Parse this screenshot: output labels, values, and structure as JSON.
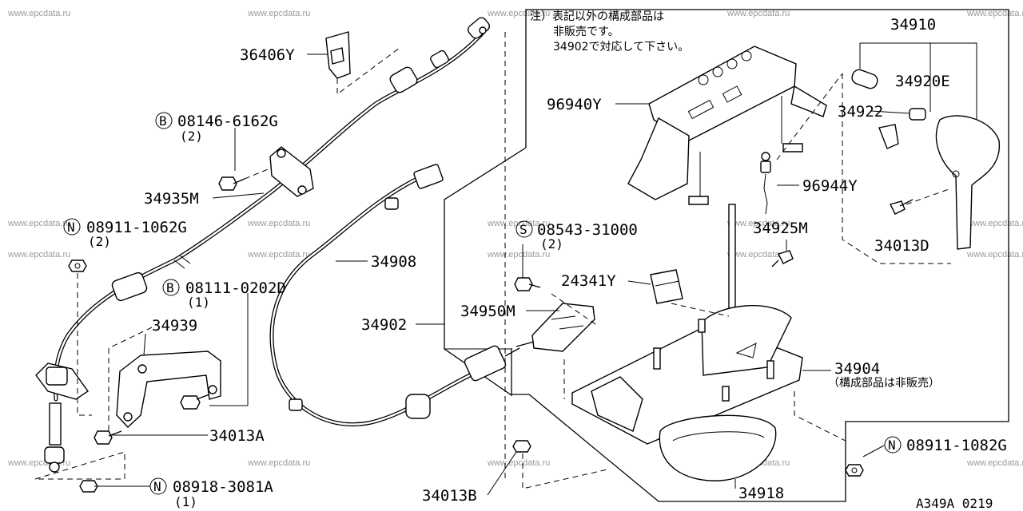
{
  "note": {
    "line1": "注）表記以外の構成部品は",
    "line2": "非販売です。",
    "line3": "34902で対応して下さい。"
  },
  "labels": {
    "p36406y": "36406Y",
    "b08146": "08146-6162G",
    "b08146_qty": "(2)",
    "p34935m": "34935M",
    "n08911_1062": "08911-1062G",
    "n08911_1062_qty": "(2)",
    "b08111": "08111-0202D",
    "b08111_qty": "(1)",
    "p34939": "34939",
    "p34013a": "34013A",
    "n08918": "08918-3081A",
    "n08918_qty": "(1)",
    "p34908": "34908",
    "p34902": "34902",
    "p34950m": "34950M",
    "s08543": "08543-31000",
    "s08543_qty": "(2)",
    "p34013b": "34013B",
    "p96940y": "96940Y",
    "p96944y": "96944Y",
    "p24341y": "24341Y",
    "p34925m": "34925M",
    "p34910": "34910",
    "p34920e": "34920E",
    "p34922": "34922",
    "p34013d": "34013D",
    "p34904": "34904",
    "p34904_note": "（構成部品は非販売）",
    "n08911_1082": "08911-1082G",
    "p34918": "34918",
    "diagram_code": "A349A 0219"
  },
  "prefix": {
    "bolt": "B",
    "nut": "N",
    "screw": "S"
  },
  "watermark": "www.epcdata.ru"
}
